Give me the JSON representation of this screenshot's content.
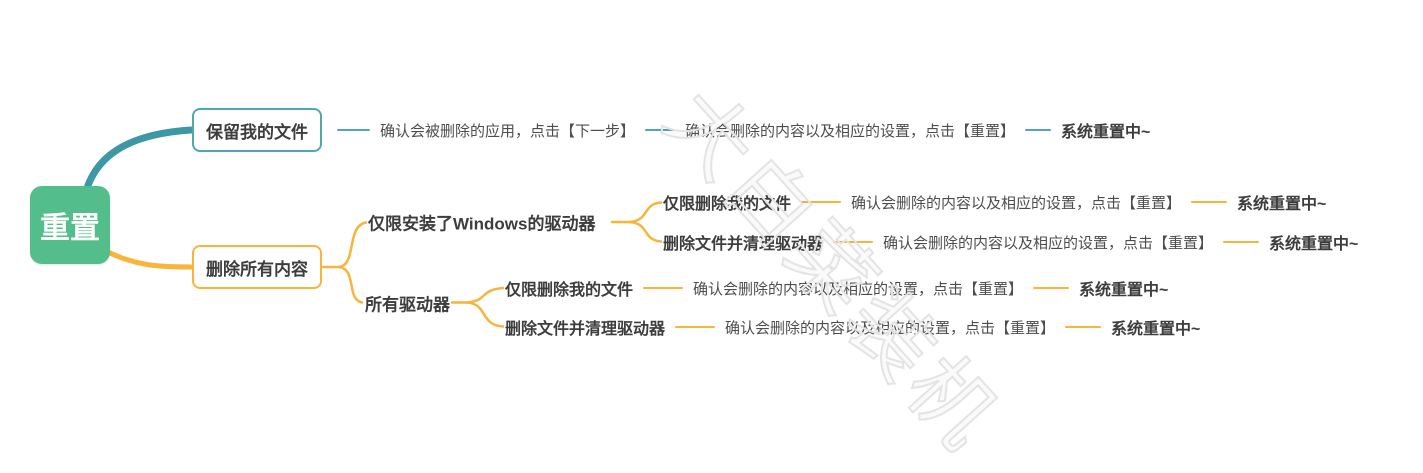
{
  "watermark": "大白菜装机",
  "colors": {
    "root_bg": "#53be8b",
    "teal_branch": "#3d98a6",
    "teal_line": "#4fa8b0",
    "yellow_line": "#f8b43b",
    "text_dark": "#3d3d3d",
    "text_plain": "#4d4d4d",
    "watermark_gray": "#e4e4e4"
  },
  "tree": {
    "label": "重置",
    "children": [
      {
        "label": "保留我的文件",
        "steps": [
          "确认会被删除的应用，点击【下一步】",
          "确认会删除的内容以及相应的设置，点击【重置】",
          "系统重置中~"
        ]
      },
      {
        "label": "删除所有内容",
        "children": [
          {
            "label": "仅限安装了Windows的驱动器",
            "children": [
              {
                "label": "仅限删除我的文件",
                "steps": [
                  "确认会删除的内容以及相应的设置，点击【重置】",
                  "系统重置中~"
                ]
              },
              {
                "label": "删除文件并清理驱动器",
                "steps": [
                  "确认会删除的内容以及相应的设置，点击【重置】",
                  "系统重置中~"
                ]
              }
            ]
          },
          {
            "label": "所有驱动器",
            "children": [
              {
                "label": "仅限删除我的文件",
                "steps": [
                  "确认会删除的内容以及相应的设置，点击【重置】",
                  "系统重置中~"
                ]
              },
              {
                "label": "删除文件并清理驱动器",
                "steps": [
                  "确认会删除的内容以及相应的设置，点击【重置】",
                  "系统重置中~"
                ]
              }
            ]
          }
        ]
      }
    ]
  }
}
